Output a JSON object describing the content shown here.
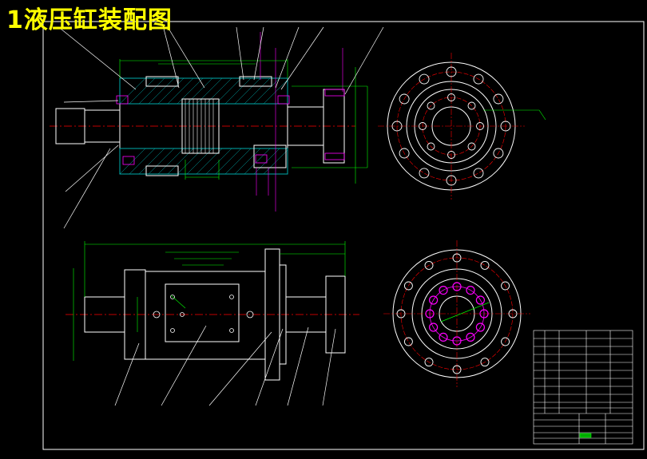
{
  "title": "1液压缸装配图",
  "colors": {
    "background": "#000000",
    "outline": "#ffffff",
    "dimension": "#00ff00",
    "centerline": "#ff0000",
    "hatch": "#00aaaa",
    "bolt_circle": "#ff00ff",
    "title_text": "#ffff00"
  },
  "views": {
    "section_view": "front-section",
    "side_view_top": "end-view",
    "elevation_view": "front-elevation",
    "side_view_bottom": "end-view"
  }
}
